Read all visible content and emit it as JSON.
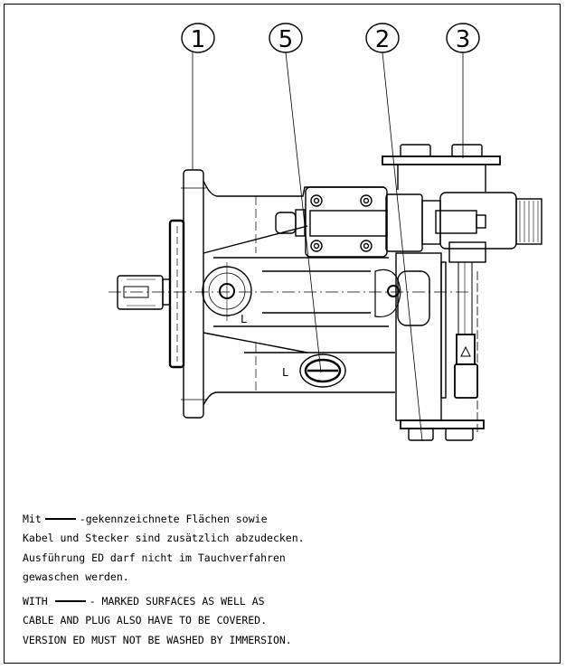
{
  "balloons": [
    {
      "id": "1",
      "label": "1"
    },
    {
      "id": "5",
      "label": "5"
    },
    {
      "id": "2",
      "label": "2"
    },
    {
      "id": "3",
      "label": "3"
    }
  ],
  "notes": {
    "de": {
      "line1_prefix": "Mit",
      "line1_suffix": "-gekennzeichnete Flächen sowie",
      "line2": "Kabel und Stecker sind zusätzlich abzudecken.",
      "line3": "Ausführung ED darf nicht im Tauchverfahren",
      "line4": "gewaschen werden."
    },
    "en": {
      "line1_prefix": "WITH",
      "line1_suffix": "- MARKED SURFACES AS WELL AS",
      "line2": "CABLE AND PLUG ALSO HAVE TO BE COVERED.",
      "line3": "VERSION ED MUST NOT BE WASHED BY IMMERSION."
    }
  },
  "drawing_labels": {
    "l_mark": "L"
  }
}
